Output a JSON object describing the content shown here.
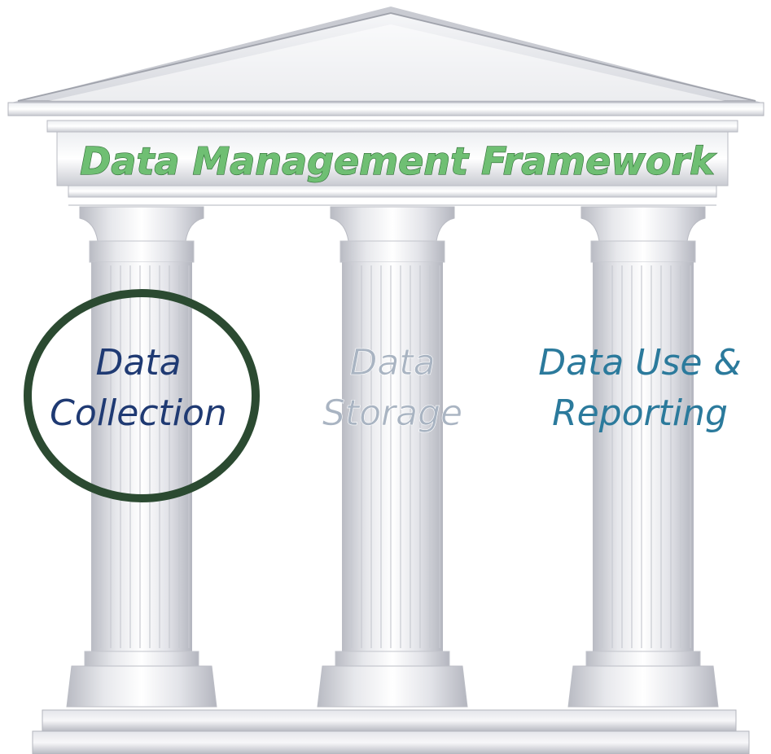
{
  "title": "Data Management Framework",
  "pillars": [
    {
      "lines": [
        "Data",
        "Collection"
      ],
      "highlighted": true
    },
    {
      "lines": [
        "Data",
        "Storage"
      ],
      "highlighted": false
    },
    {
      "lines": [
        "Data Use &",
        "Reporting"
      ],
      "highlighted": false
    }
  ],
  "colors": {
    "title_fill": "#6fbf73",
    "title_stroke": "#2e6b34",
    "pillar_1_text": "#1f3a73",
    "pillar_2_text": "#a9b4c2",
    "pillar_3_text": "#2b7a9c",
    "highlight_ring": "#2b4a31",
    "stone_light": "#f4f4f6",
    "stone_mid": "#d4d5db",
    "stone_dark": "#a9abb4"
  }
}
